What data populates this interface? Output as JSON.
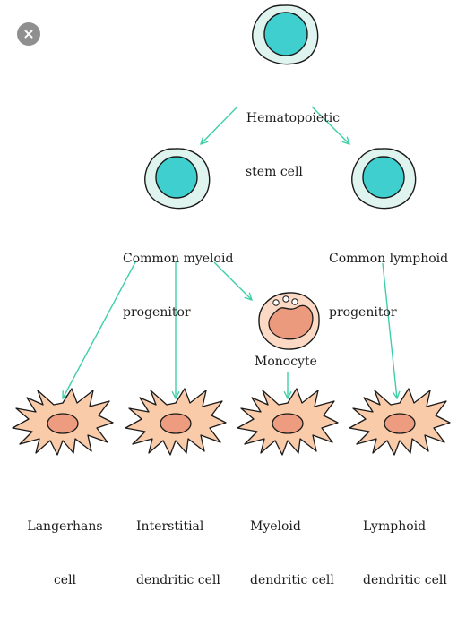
{
  "nodes": {
    "stem_cell": {
      "line1": "Hematopoietic",
      "line2": "stem cell"
    },
    "myeloid_progenitor": {
      "line1": "Common myeloid",
      "line2": "progenitor"
    },
    "lymphoid_progenitor": {
      "line1": "Common lymphoid",
      "line2": "progenitor"
    },
    "monocyte": {
      "label": "Monocyte"
    },
    "langerhans": {
      "line1": "Langerhans",
      "line2": "cell"
    },
    "interstitial": {
      "line1": "Interstitial",
      "line2": "dendritic cell"
    },
    "myeloid_dc": {
      "line1": "Myeloid",
      "line2": "dendritic cell"
    },
    "lymphoid_dc": {
      "line1": "Lymphoid",
      "line2": "dendritic cell"
    }
  },
  "colors": {
    "arrow": "#3ecfa8",
    "stem_outer": "#dff3ef",
    "stem_nucleus": "#3fcfcf",
    "monocyte_body": "#fbd9c4",
    "monocyte_nucleus": "#ec9a7d",
    "dendritic_body": "#f9cba9",
    "dendritic_nucleus": "#ee9c7f",
    "close_button": "#8f8f8f"
  },
  "icons": {
    "close": "close-icon"
  }
}
